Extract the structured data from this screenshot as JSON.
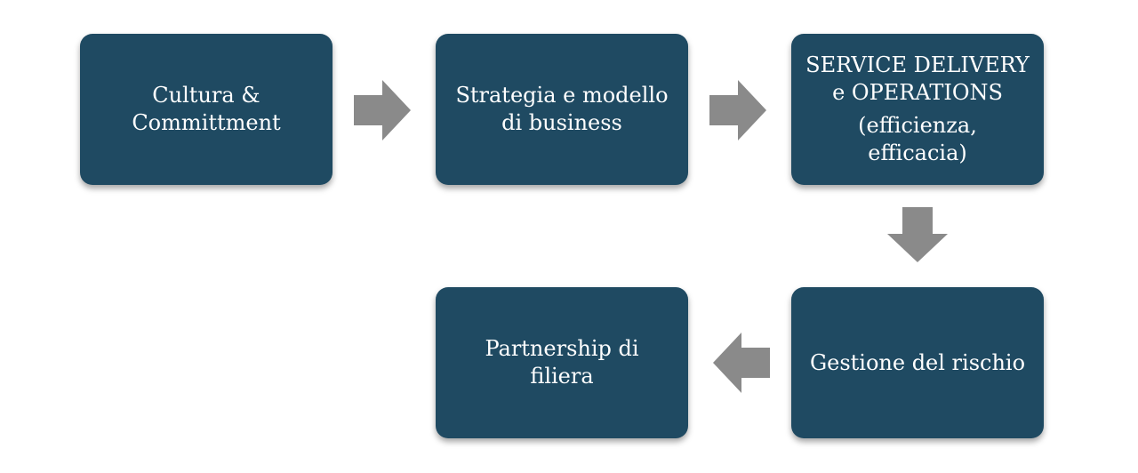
{
  "boxes": {
    "cultura": "Cultura &\nCommittment",
    "strategia": "Strategia e modello\ndi business",
    "service": "SERVICE DELIVERY\ne OPERATIONS",
    "service_sub": "(efficienza,\nefficacia)",
    "rischio": "Gestione del rischio",
    "partnership": "Partnership di\nfiliera"
  },
  "colors": {
    "box_fill": "#1f4a62",
    "box_text": "#ffffff",
    "arrow_fill": "#8a8a8a"
  },
  "arrows": [
    "right-arrow",
    "right-arrow",
    "down-arrow",
    "left-arrow"
  ]
}
